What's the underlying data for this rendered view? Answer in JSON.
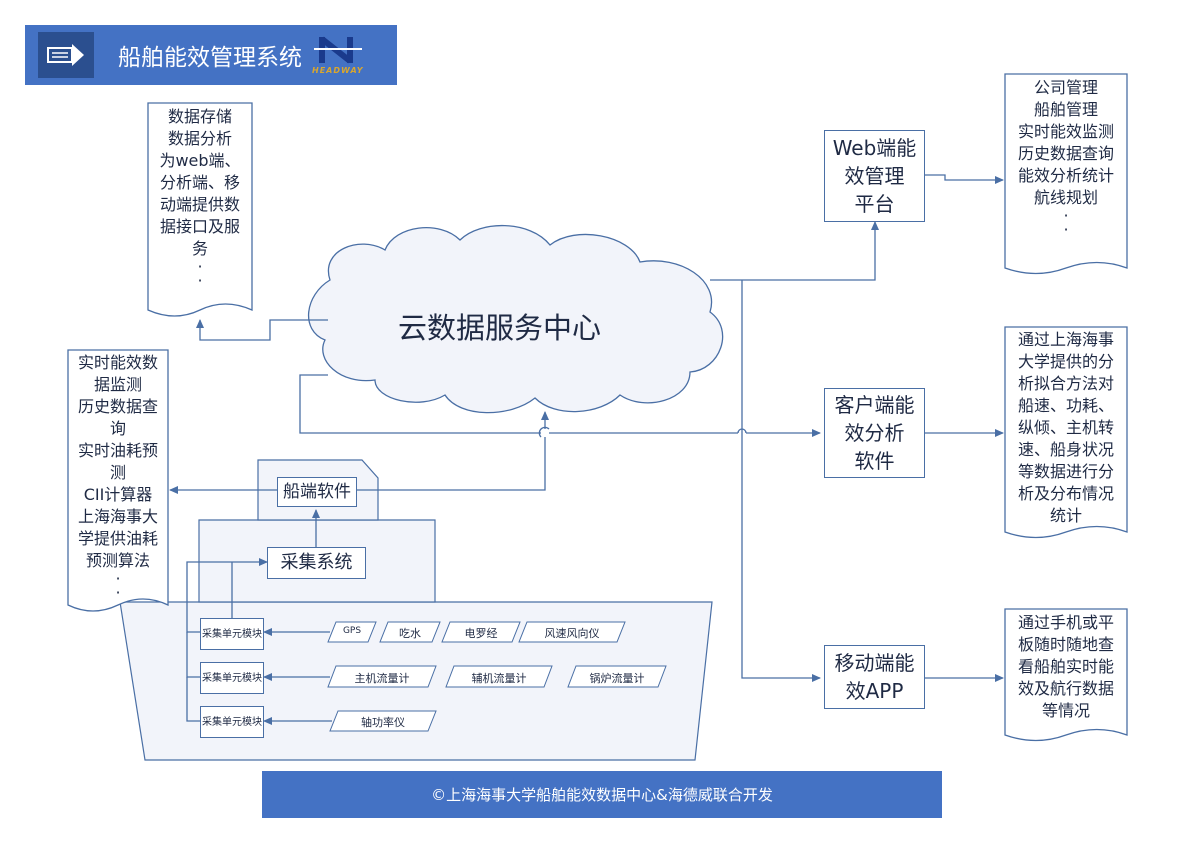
{
  "header": {
    "title": "船舶能效管理系统",
    "logo_text": "HEADWAY"
  },
  "cloud": {
    "label": "云数据服务中心"
  },
  "cloud_services_doc": {
    "lines": [
      "数据存储",
      "数据分析",
      "为web端、",
      "分析端、移",
      "动端提供数",
      "据接口及服",
      "务",
      "·",
      "·"
    ]
  },
  "ship_features_doc": {
    "lines": [
      "实时能效数",
      "据监测",
      "历史数据查",
      "询",
      "实时油耗预",
      "测",
      "CII计算器",
      "上海海事大",
      "学提供油耗",
      "预测算法",
      "·",
      "·"
    ]
  },
  "ship_software": {
    "label": "船端软件"
  },
  "collection_system": {
    "label": "采集系统"
  },
  "units": [
    {
      "label": "采集单元模块",
      "sensors": [
        "GPS",
        "吃水",
        "电罗经",
        "风速风向仪"
      ]
    },
    {
      "label": "采集单元模块",
      "sensors": [
        "主机流量计",
        "辅机流量计",
        "锅炉流量计"
      ]
    },
    {
      "label": "采集单元模块",
      "sensors": [
        "轴功率仪"
      ]
    }
  ],
  "web_platform": {
    "lines": [
      "Web端能",
      "效管理",
      "平台"
    ]
  },
  "web_doc": {
    "lines": [
      "公司管理",
      "船舶管理",
      "实时能效监测",
      "历史数据查询",
      "能效分析统计",
      "航线规划",
      "·",
      "·"
    ]
  },
  "client_software": {
    "lines": [
      "客户端能",
      "效分析",
      "软件"
    ]
  },
  "client_doc": {
    "lines": [
      "通过上海海事",
      "大学提供的分",
      "析拟合方法对",
      "船速、功耗、",
      "纵倾、主机转",
      "速、船身状况",
      "等数据进行分",
      "析及分布情况",
      "统计"
    ]
  },
  "mobile_app": {
    "lines": [
      "移动端能",
      "效APP"
    ]
  },
  "mobile_doc": {
    "lines": [
      "通过手机或平",
      "板随时随地查",
      "看船舶实时能",
      "效及航行数据",
      "等情况"
    ]
  },
  "footer": {
    "text": "©上海海事大学船舶能效数据中心&海德威联合开发"
  },
  "colors": {
    "accent": "#4472c4",
    "line": "#4a6fa5",
    "light_fill": "#f2f4fa"
  }
}
